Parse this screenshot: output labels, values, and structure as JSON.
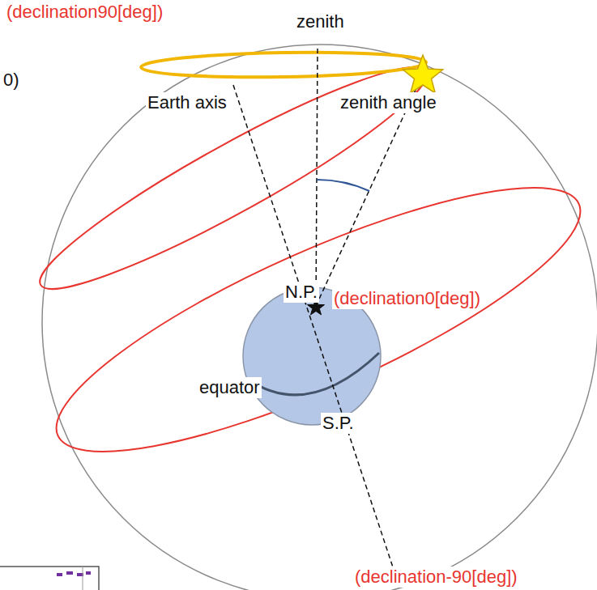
{
  "diagram": {
    "labels": [
      "(declination90[deg])",
      "zenith",
      "0)",
      "Earth axis",
      "zenith angle",
      "N.P.",
      "(declination0[deg])",
      "equator",
      "S.P.",
      "(declination-90[deg])"
    ]
  }
}
